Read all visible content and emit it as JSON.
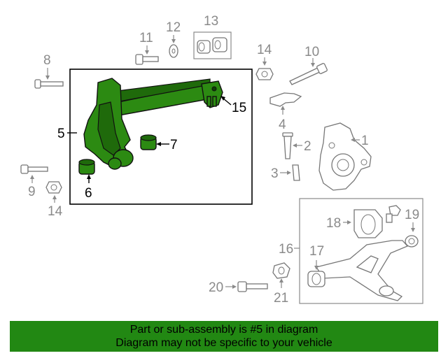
{
  "callouts": {
    "c1": "1",
    "c2": "2",
    "c3": "3",
    "c4": "4",
    "c5": "5",
    "c6": "6",
    "c7": "7",
    "c8": "8",
    "c9": "9",
    "c10": "10",
    "c11": "11",
    "c12": "12",
    "c13": "13",
    "c14a": "14",
    "c14b": "14",
    "c15": "15",
    "c16": "16",
    "c17": "17",
    "c18": "18",
    "c19": "19",
    "c20": "20",
    "c21": "21"
  },
  "banner": {
    "line1": "Part or sub-assembly is #5 in diagram",
    "line2": "Diagram may not be specific to your vehicle"
  },
  "colors": {
    "highlight": "#2c8a12",
    "banner_bg": "#228813",
    "callout_gray": "#8a8a8a"
  }
}
